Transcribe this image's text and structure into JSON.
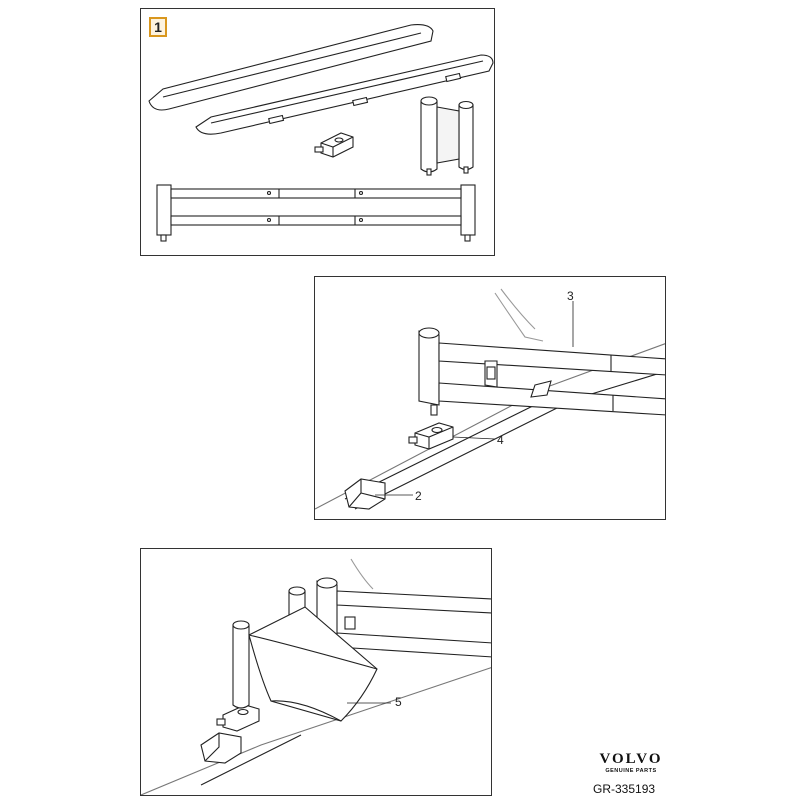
{
  "figure": {
    "panel1_number": "1",
    "callouts": {
      "c2": "2",
      "c3": "3",
      "c4": "4",
      "c5": "5"
    },
    "brand": "VOLVO",
    "brand_tagline": "GENUINE PARTS",
    "part_number": "GR-335193",
    "badge_color": "#d9971e"
  }
}
